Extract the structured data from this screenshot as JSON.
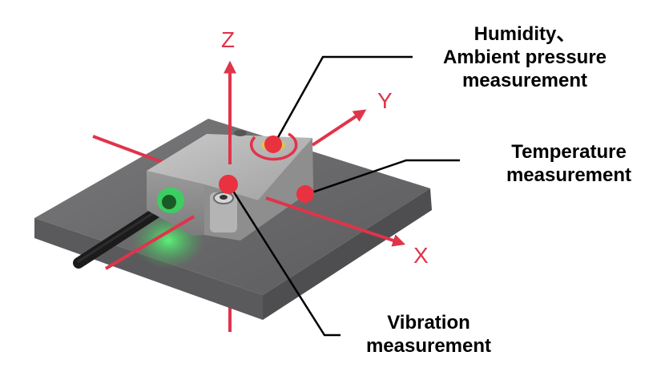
{
  "diagram": {
    "subject": "Sensor mounted on metal plate with measurement axes",
    "colors": {
      "axis": "#e0344a",
      "callout_line": "#000000",
      "marker": "#e8323f",
      "plate": "#6c6c6e",
      "sensor_body": "#a9a9a9",
      "led": "#36e05a"
    },
    "axes": {
      "z": {
        "label": "Z"
      },
      "y": {
        "label": "Y"
      },
      "x": {
        "label": "X"
      }
    },
    "callouts": {
      "humidity": {
        "line1": "Humidity、",
        "line2": "Ambient pressure",
        "line3": "measurement"
      },
      "temperature": {
        "line1": "Temperature",
        "line2": "measurement"
      },
      "vibration": {
        "line1": "Vibration",
        "line2": "measurement"
      }
    }
  }
}
